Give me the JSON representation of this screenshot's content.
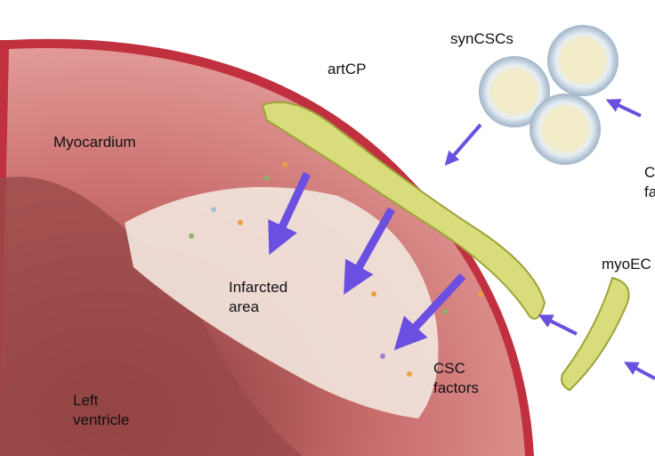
{
  "labels": {
    "syncscs": "synCSCs",
    "artcp": "artCP",
    "myocardium": "Myocardium",
    "infarcted_area_line1": "Infarcted",
    "infarcted_area_line2": "area",
    "csc_factors_line1": "CSC",
    "csc_factors_line2": "factors",
    "left_ventricle_line1": "Left",
    "left_ventricle_line2": "ventricle",
    "csc_factors_right_line1": "C",
    "csc_factors_right_line2": "fa",
    "myoec": "myoEC"
  },
  "colors": {
    "myocardium": "#d98a8a",
    "epicardium": "#c0303f",
    "infarct": "#f1e4dc",
    "patch": "#d9dc7a",
    "arrow": "#6a4fe0",
    "cell_sphere": "#c9d8e6"
  }
}
